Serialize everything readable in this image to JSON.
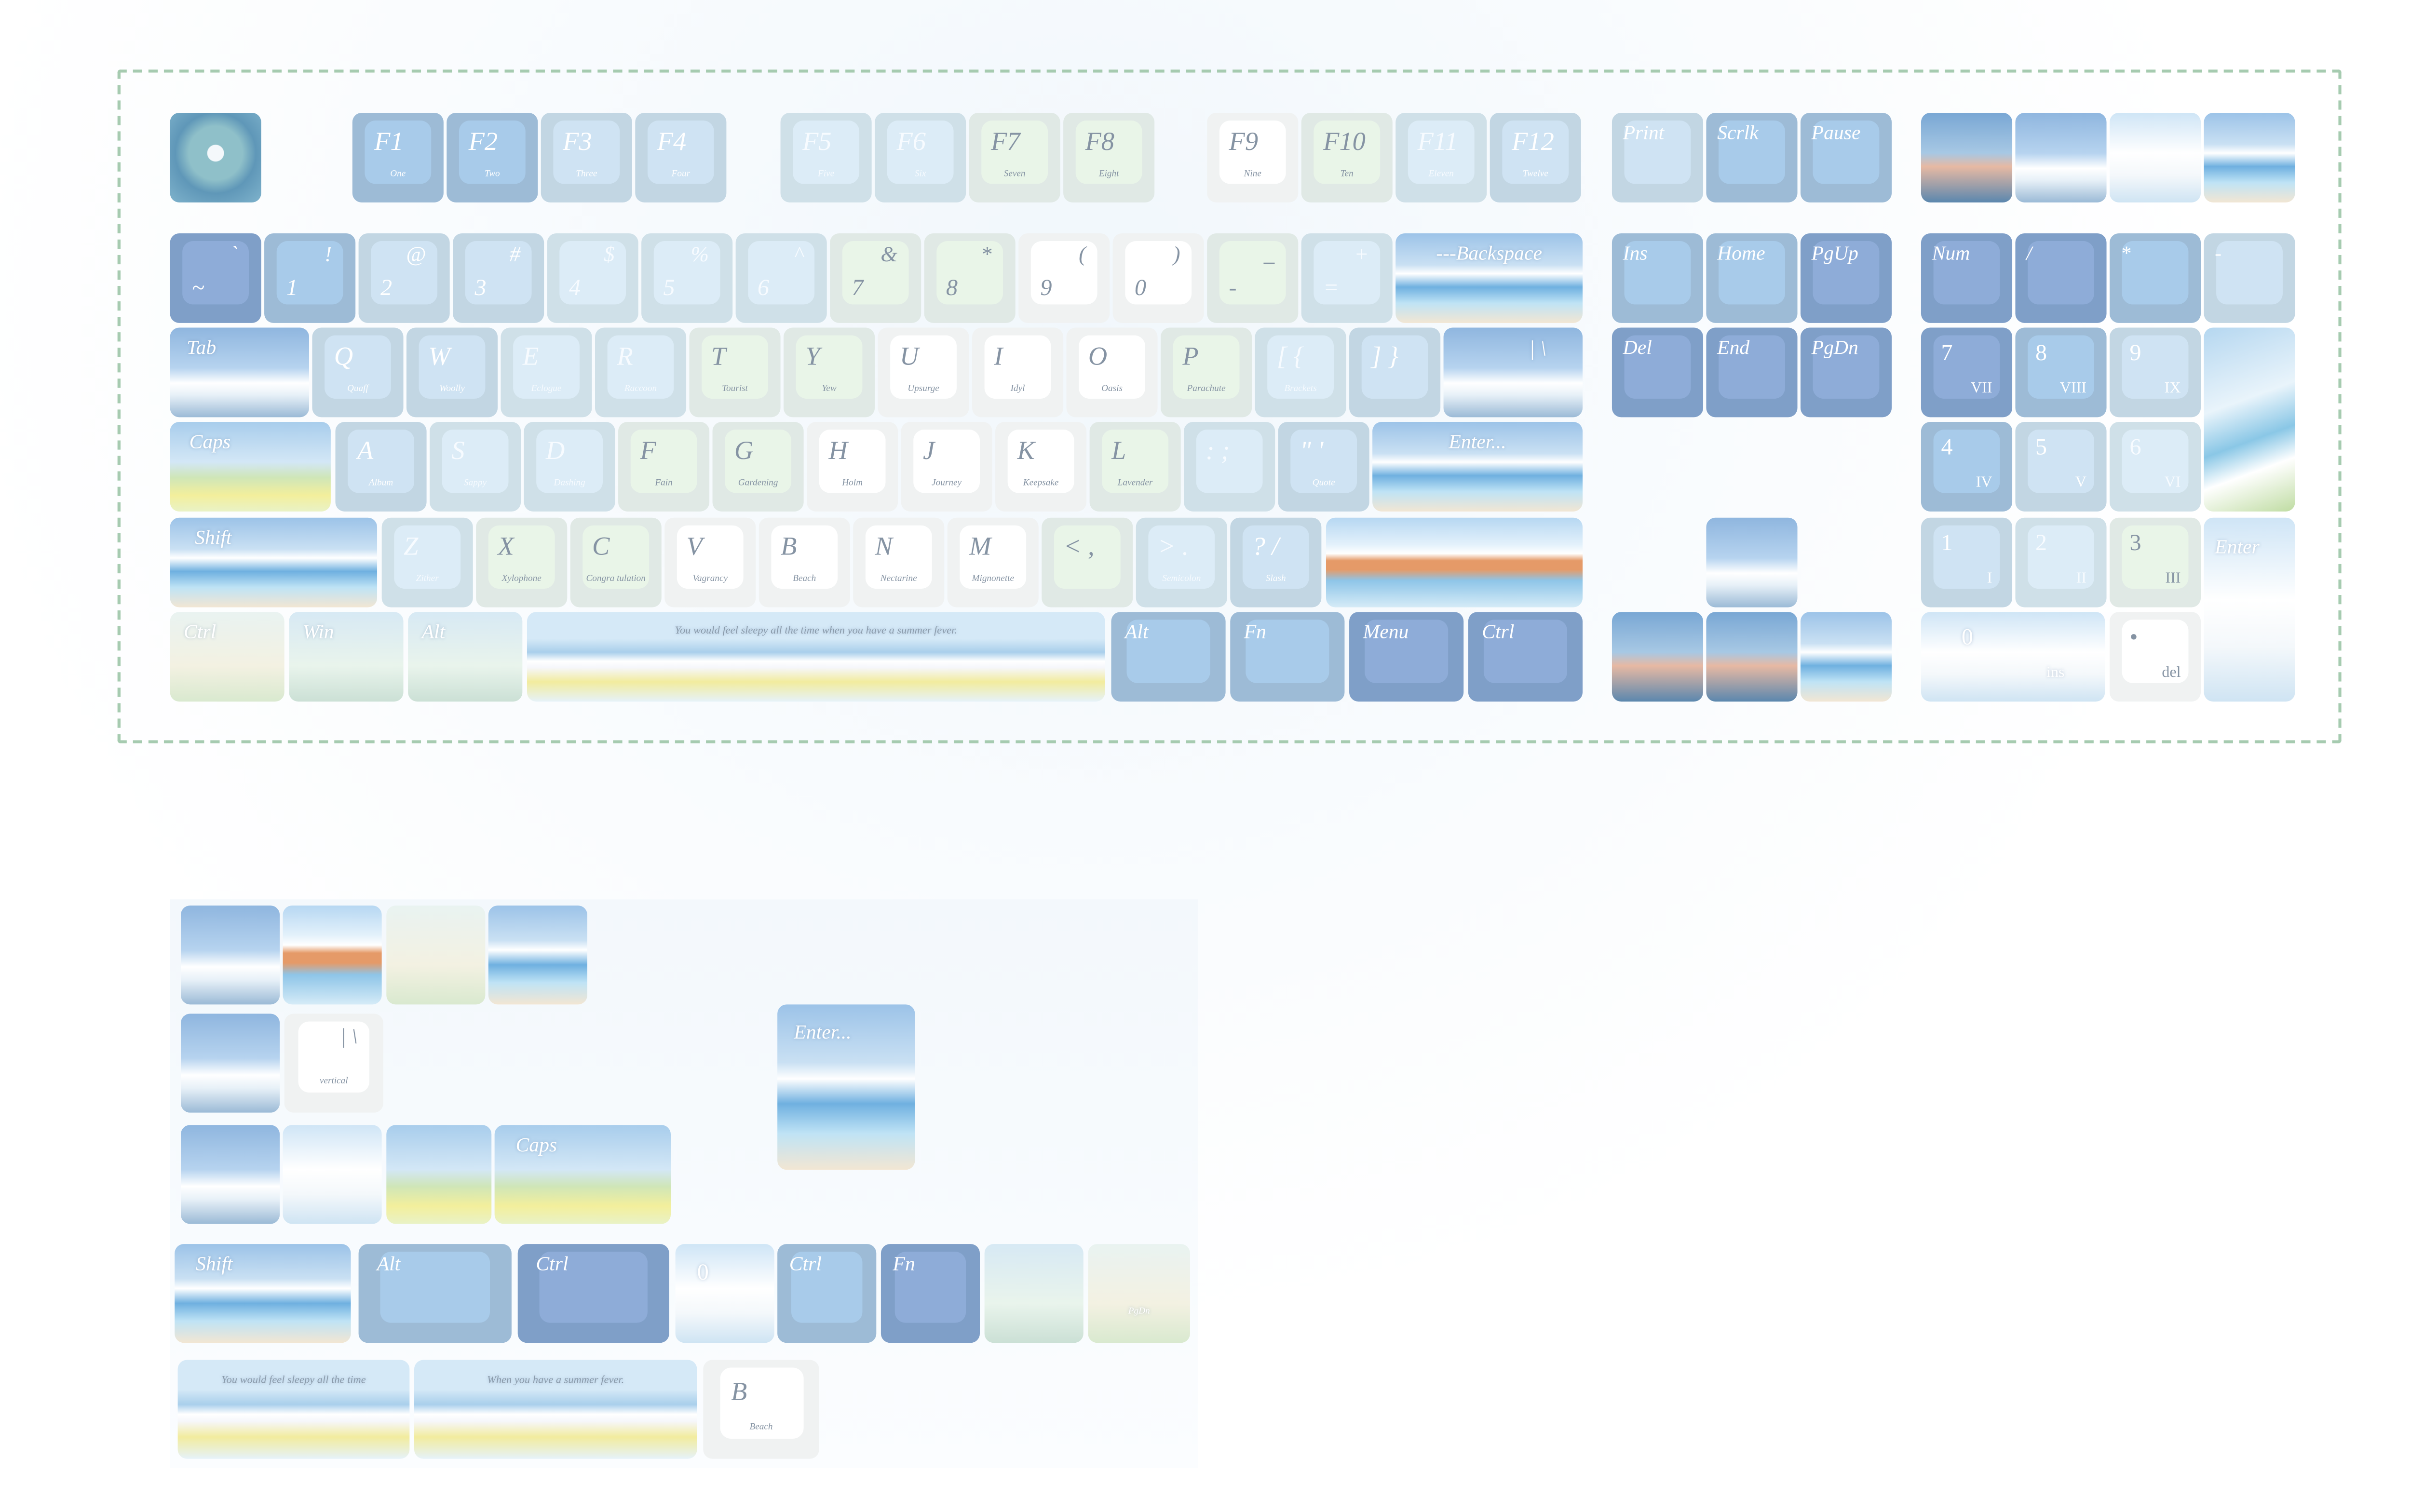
{
  "colors": {
    "frame_dashed": "#a6cbb0",
    "dark": "#7f9fc8",
    "mid": "#9dbbd6",
    "light": "#c2d6e3",
    "pale": "#cfe0e8",
    "green": "#e0e9e5",
    "white": "#f0f2f2",
    "legend_gray": "#8593a3"
  },
  "keyboard": {
    "rows": [
      {
        "keys": [
          {
            "t": "img",
            "scene": "lily",
            "name": "esc"
          },
          {
            "l": "F1",
            "s": "One",
            "t": "m"
          },
          {
            "l": "F2",
            "s": "Two",
            "t": "m"
          },
          {
            "l": "F3",
            "s": "Three",
            "t": "l"
          },
          {
            "l": "F4",
            "s": "Four",
            "t": "l"
          },
          {
            "l": "F5",
            "s": "Five",
            "t": "p"
          },
          {
            "l": "F6",
            "s": "Six",
            "t": "p"
          },
          {
            "l": "F7",
            "s": "Seven",
            "t": "g"
          },
          {
            "l": "F8",
            "s": "Eight",
            "t": "g"
          },
          {
            "l": "F9",
            "s": "Nine",
            "t": "w"
          },
          {
            "l": "F10",
            "s": "Ten",
            "t": "g"
          },
          {
            "l": "F11",
            "s": "Eleven",
            "t": "p"
          },
          {
            "l": "F12",
            "s": "Twelve",
            "t": "l"
          },
          {
            "m": "Print",
            "t": "l"
          },
          {
            "m": "Scrlk",
            "t": "m"
          },
          {
            "m": "Pause",
            "t": "m"
          },
          {
            "t": "img",
            "scene": "dusk",
            "name": "numpad-art-1"
          },
          {
            "t": "img",
            "scene": "sky",
            "name": "numpad-art-2"
          },
          {
            "t": "img",
            "scene": "cloud",
            "name": "numpad-art-3"
          },
          {
            "t": "img",
            "scene": "sea",
            "name": "numpad-art-4"
          }
        ]
      },
      {
        "keys": [
          {
            "u": "`",
            "lo": "~",
            "t": "d"
          },
          {
            "u": "!",
            "lo": "1",
            "t": "m"
          },
          {
            "u": "@",
            "lo": "2",
            "t": "l"
          },
          {
            "u": "#",
            "lo": "3",
            "t": "l"
          },
          {
            "u": "$",
            "lo": "4",
            "t": "p"
          },
          {
            "u": "%",
            "lo": "5",
            "t": "p"
          },
          {
            "u": "^",
            "lo": "6",
            "t": "p"
          },
          {
            "u": "&",
            "lo": "7",
            "t": "g"
          },
          {
            "u": "*",
            "lo": "8",
            "t": "g"
          },
          {
            "u": "(",
            "lo": "9",
            "t": "w"
          },
          {
            "u": ")",
            "lo": "0",
            "t": "w"
          },
          {
            "u": "_",
            "lo": "-",
            "t": "g"
          },
          {
            "u": "+",
            "lo": "=",
            "t": "p"
          },
          {
            "m": "---Backspace",
            "t": "img",
            "scene": "sea"
          },
          {
            "m": "Ins",
            "t": "m"
          },
          {
            "m": "Home",
            "t": "m"
          },
          {
            "m": "PgUp",
            "t": "d"
          },
          {
            "m": "Num",
            "t": "d"
          },
          {
            "m": "/",
            "t": "d"
          },
          {
            "m": "*",
            "t": "m",
            "name": "numpad-multiply"
          },
          {
            "m": "-",
            "t": "l"
          }
        ]
      },
      {
        "keys": [
          {
            "m": "Tab",
            "t": "img",
            "scene": "sky"
          },
          {
            "l": "Q",
            "s": "Quaff",
            "t": "l"
          },
          {
            "l": "W",
            "s": "Woolly",
            "t": "l"
          },
          {
            "l": "E",
            "s": "Eclogue",
            "t": "p"
          },
          {
            "l": "R",
            "s": "Raccoon",
            "t": "p"
          },
          {
            "l": "T",
            "s": "Tourist",
            "t": "g"
          },
          {
            "l": "Y",
            "s": "Yew",
            "t": "g"
          },
          {
            "l": "U",
            "s": "Upsurge",
            "t": "w"
          },
          {
            "l": "I",
            "s": "Idyl",
            "t": "w"
          },
          {
            "l": "O",
            "s": "Oasis",
            "t": "w"
          },
          {
            "l": "P",
            "s": "Parachute",
            "t": "g"
          },
          {
            "l": "[ {",
            "s": "Brackets",
            "t": "p"
          },
          {
            "l": "] }",
            "t": "l"
          },
          {
            "u": "| \\",
            "t": "img",
            "scene": "sky"
          },
          {
            "m": "Del",
            "t": "d"
          },
          {
            "m": "End",
            "t": "d"
          },
          {
            "m": "PgDn",
            "t": "d"
          },
          {
            "l": "7",
            "s": "VII",
            "t": "d",
            "np": true
          },
          {
            "l": "8",
            "s": "VIII",
            "t": "m",
            "np": true
          },
          {
            "l": "9",
            "s": "IX",
            "t": "l",
            "np": true
          },
          {
            "t": "img",
            "scene": "palm",
            "name": "numpad-plus"
          }
        ]
      },
      {
        "keys": [
          {
            "m": "Caps",
            "t": "img",
            "scene": "meadow"
          },
          {
            "l": "A",
            "s": "Album",
            "t": "l"
          },
          {
            "l": "S",
            "s": "Sappy",
            "t": "p"
          },
          {
            "l": "D",
            "s": "Dashing",
            "t": "p"
          },
          {
            "l": "F",
            "s": "Fain",
            "t": "g"
          },
          {
            "l": "G",
            "s": "Gardening",
            "t": "g"
          },
          {
            "l": "H",
            "s": "Holm",
            "t": "w"
          },
          {
            "l": "J",
            "s": "Journey",
            "t": "w"
          },
          {
            "l": "K",
            "s": "Keepsake",
            "t": "w"
          },
          {
            "l": "L",
            "s": "Lavender",
            "t": "g"
          },
          {
            "l": ": ;",
            "t": "p"
          },
          {
            "l": "\" '",
            "s": "Quote",
            "t": "l"
          },
          {
            "m": "Enter...",
            "t": "img",
            "scene": "sea"
          },
          {
            "l": "4",
            "s": "IV",
            "t": "m",
            "np": true
          },
          {
            "l": "5",
            "s": "V",
            "t": "l",
            "np": true
          },
          {
            "l": "6",
            "s": "VI",
            "t": "p",
            "np": true
          }
        ]
      },
      {
        "keys": [
          {
            "m": "Shift",
            "t": "img",
            "scene": "sea"
          },
          {
            "l": "Z",
            "s": "Zither",
            "t": "p"
          },
          {
            "l": "X",
            "s": "Xylophone",
            "t": "g"
          },
          {
            "l": "C",
            "s": "Congra tulation",
            "t": "g"
          },
          {
            "l": "V",
            "s": "Vagrancy",
            "t": "w"
          },
          {
            "l": "B",
            "s": "Beach",
            "t": "w"
          },
          {
            "l": "N",
            "s": "Nectarine",
            "t": "w"
          },
          {
            "l": "M",
            "s": "Mignonette",
            "t": "w"
          },
          {
            "l": "< ,",
            "t": "g"
          },
          {
            "l": "> .",
            "s": "Semicolon",
            "t": "p"
          },
          {
            "l": "? /",
            "s": "Slash",
            "t": "l"
          },
          {
            "t": "img",
            "scene": "train",
            "name": "right-shift"
          },
          {
            "t": "img",
            "scene": "sky",
            "name": "arrow-up"
          },
          {
            "l": "1",
            "s": "I",
            "t": "l",
            "np": true
          },
          {
            "l": "2",
            "s": "II",
            "t": "p",
            "np": true
          },
          {
            "l": "3",
            "s": "III",
            "t": "g",
            "np": true
          },
          {
            "m": "Enter",
            "t": "img",
            "scene": "cloud"
          }
        ]
      },
      {
        "keys": [
          {
            "m": "Ctrl",
            "t": "img",
            "scene": "flower"
          },
          {
            "m": "Win",
            "t": "img",
            "scene": "plant"
          },
          {
            "m": "Alt",
            "t": "img",
            "scene": "plant"
          },
          {
            "q": "You would feel sleepy all the time when you have a summer fever.",
            "t": "img",
            "scene": "space",
            "name": "spacebar"
          },
          {
            "m": "Alt",
            "t": "m"
          },
          {
            "m": "Fn",
            "t": "m"
          },
          {
            "m": "Menu",
            "t": "d"
          },
          {
            "m": "Ctrl",
            "t": "d"
          },
          {
            "t": "img",
            "scene": "dusk",
            "name": "arrow-left"
          },
          {
            "t": "img",
            "scene": "dusk",
            "name": "arrow-down"
          },
          {
            "t": "img",
            "scene": "sea",
            "name": "arrow-right"
          },
          {
            "l": "0",
            "s": "ins",
            "t": "img",
            "scene": "cloud",
            "np": true
          },
          {
            "l": "•",
            "s": "del",
            "t": "w",
            "np": true
          }
        ]
      }
    ]
  },
  "extras": {
    "rows": [
      {
        "keys": [
          {
            "t": "img",
            "scene": "sky",
            "name": "extra-art-1"
          },
          {
            "t": "img",
            "scene": "train",
            "name": "extra-art-2"
          },
          {
            "t": "img",
            "scene": "flower",
            "name": "extra-art-3"
          },
          {
            "t": "img",
            "scene": "sea",
            "name": "extra-art-4"
          }
        ]
      },
      {
        "keys": [
          {
            "t": "img",
            "scene": "sky",
            "name": "extra-art-5"
          },
          {
            "u": "| \\",
            "s": "vertical",
            "t": "w"
          },
          {
            "m": "Enter...",
            "t": "img",
            "scene": "sea"
          }
        ]
      },
      {
        "keys": [
          {
            "t": "img",
            "scene": "sky",
            "name": "extra-art-6"
          },
          {
            "t": "img",
            "scene": "cloud",
            "name": "extra-art-7"
          },
          {
            "t": "img",
            "scene": "meadow",
            "name": "extra-art-8"
          },
          {
            "m": "Caps",
            "t": "img",
            "scene": "meadow"
          }
        ]
      },
      {
        "keys": [
          {
            "m": "Shift",
            "t": "img",
            "scene": "sea"
          },
          {
            "m": "Alt",
            "t": "m"
          },
          {
            "m": "Ctrl",
            "t": "d"
          },
          {
            "l": "0",
            "t": "img",
            "scene": "cloud",
            "np": true
          },
          {
            "m": "Ctrl",
            "t": "m"
          },
          {
            "m": "Fn",
            "t": "d"
          },
          {
            "t": "img",
            "scene": "plant",
            "name": "extra-art-9"
          },
          {
            "s": "PgDn",
            "t": "img",
            "scene": "flower"
          }
        ]
      },
      {
        "keys": [
          {
            "q": "You would feel sleepy all the time",
            "t": "img",
            "scene": "space"
          },
          {
            "q": "When you have a summer fever.",
            "t": "img",
            "scene": "space"
          },
          {
            "l": "B",
            "s": "Beach",
            "t": "w"
          }
        ]
      }
    ]
  }
}
